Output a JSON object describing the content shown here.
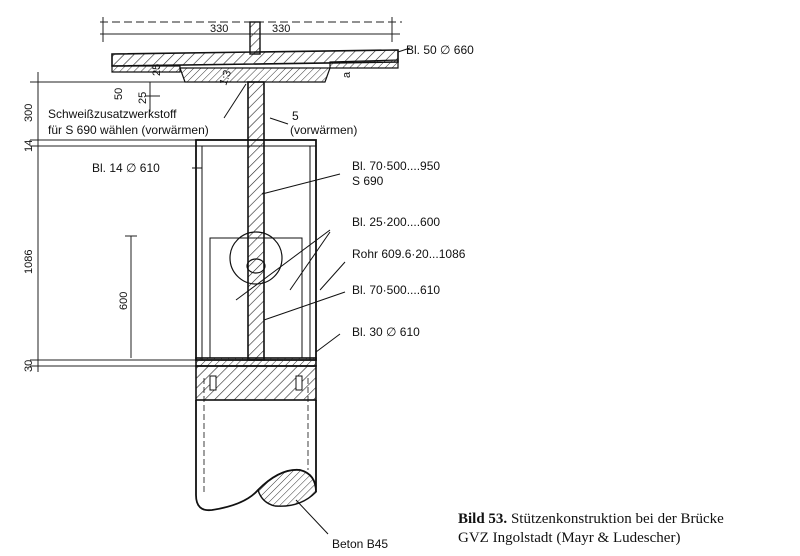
{
  "dimensions": {
    "top_left_half": "330",
    "top_right_half": "330",
    "plate_top": "25",
    "left_50": "50",
    "left_25": "25",
    "left_300": "300",
    "left_14": "14",
    "left_1086": "1086",
    "left_30": "30",
    "inner_600": "600",
    "angle_marker": "1:3",
    "weld_a": "a",
    "weld_size": "5"
  },
  "labels": {
    "top_plate": "Bl. 50 ∅ 660",
    "weld_material_line1": "Schweißzusatzwerkstoff",
    "weld_material_line2": "für S 690 wählen (vorwärmen)",
    "preheat": "(vorwärmen)",
    "plate_14": "Bl. 14 ∅ 610",
    "web_plate_line1": "Bl. 70·500....950",
    "web_plate_line2": "S   690",
    "rib_plate": "Bl. 25·200....600",
    "tube": "Rohr 609.6·20...1086",
    "web_plate_lower": "Bl. 70·500....610",
    "base_plate": "Bl. 30 ∅ 610",
    "concrete": "Beton B45"
  },
  "caption": {
    "number": "Bild 53.",
    "text_line1": "Stützenkonstruktion bei der Brücke",
    "text_line2": "GVZ Ingolstadt (Mayr & Ludescher)"
  }
}
